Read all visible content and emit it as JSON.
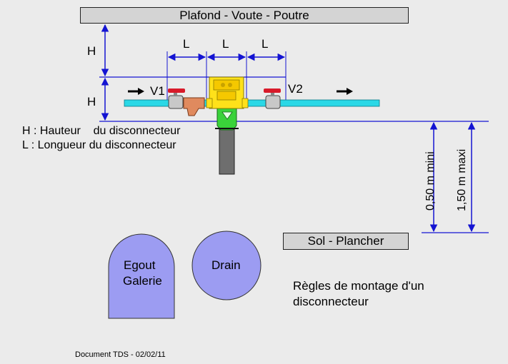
{
  "ceiling_label": "Plafond - Voute - Poutre",
  "floor_label": "Sol - Plancher",
  "dim_h": "H",
  "dim_l": "L",
  "valve1": "V1",
  "valve2": "V2",
  "legend_h": "H : Hauteur    du disconnecteur",
  "legend_l": "L : Longueur du disconnecteur",
  "min_height": "0,50 m mini",
  "max_height": "1,50 m maxi",
  "egout_line1": "Egout",
  "egout_line2": "Galerie",
  "drain": "Drain",
  "caption_line1": "Règles de montage d'un",
  "caption_line2": "disconnecteur",
  "footer": "Document TDS - 02/02/11",
  "colors": {
    "arrow_blue": "#1414d2",
    "pipe_cyan": "#2ad8e6",
    "shape_purple": "#9c9cf2",
    "label_box": "#d4d4d4",
    "body_yellow": "#ffe11a",
    "filter_orange": "#e08a5e",
    "valve_red": "#d81a2a",
    "funnel_green": "#3ad23a",
    "drain_gray": "#6e6e6e"
  }
}
